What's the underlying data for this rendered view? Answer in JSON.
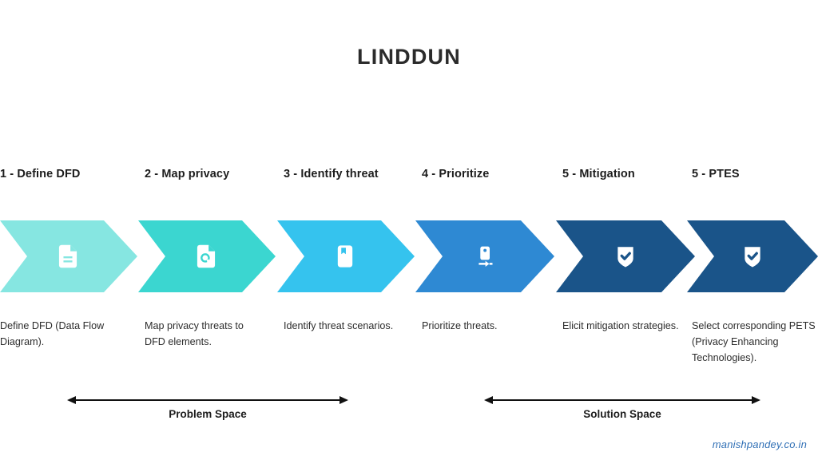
{
  "title": "LINDDUN",
  "steps": [
    {
      "heading": "1 - Define DFD",
      "description": "Define DFD (Data Flow Diagram).",
      "color": "#86E6E1",
      "icon": "document-icon"
    },
    {
      "heading": "2 - Map privacy",
      "description": "Map privacy threats to DFD elements.",
      "color": "#3BD6D0",
      "icon": "document-search-icon"
    },
    {
      "heading": "3 - Identify threat",
      "description": "Identify threat scenarios.",
      "color": "#35C3EE",
      "icon": "book-bookmark-icon"
    },
    {
      "heading": "4 - Prioritize",
      "description": "Prioritize threats.",
      "color": "#2E89D3",
      "icon": "prioritize-icon"
    },
    {
      "heading": "5 - Mitigation",
      "description": "Elicit mitigation strategies.",
      "color": "#1A5489",
      "icon": "shield-check-icon"
    },
    {
      "heading": "5 - PTES",
      "description": "Select corresponding PETS (Privacy Enhancing Technologies).",
      "color": "#1A5489",
      "icon": "shield-check-icon"
    }
  ],
  "spaces": [
    {
      "label": "Problem Space"
    },
    {
      "label": "Solution Space"
    }
  ],
  "watermark": "manishpandey.co.in",
  "colors": {
    "text": "#222222",
    "title": "#2b2b2b",
    "arrow": "#111111",
    "watermark": "#2f6fb5"
  }
}
